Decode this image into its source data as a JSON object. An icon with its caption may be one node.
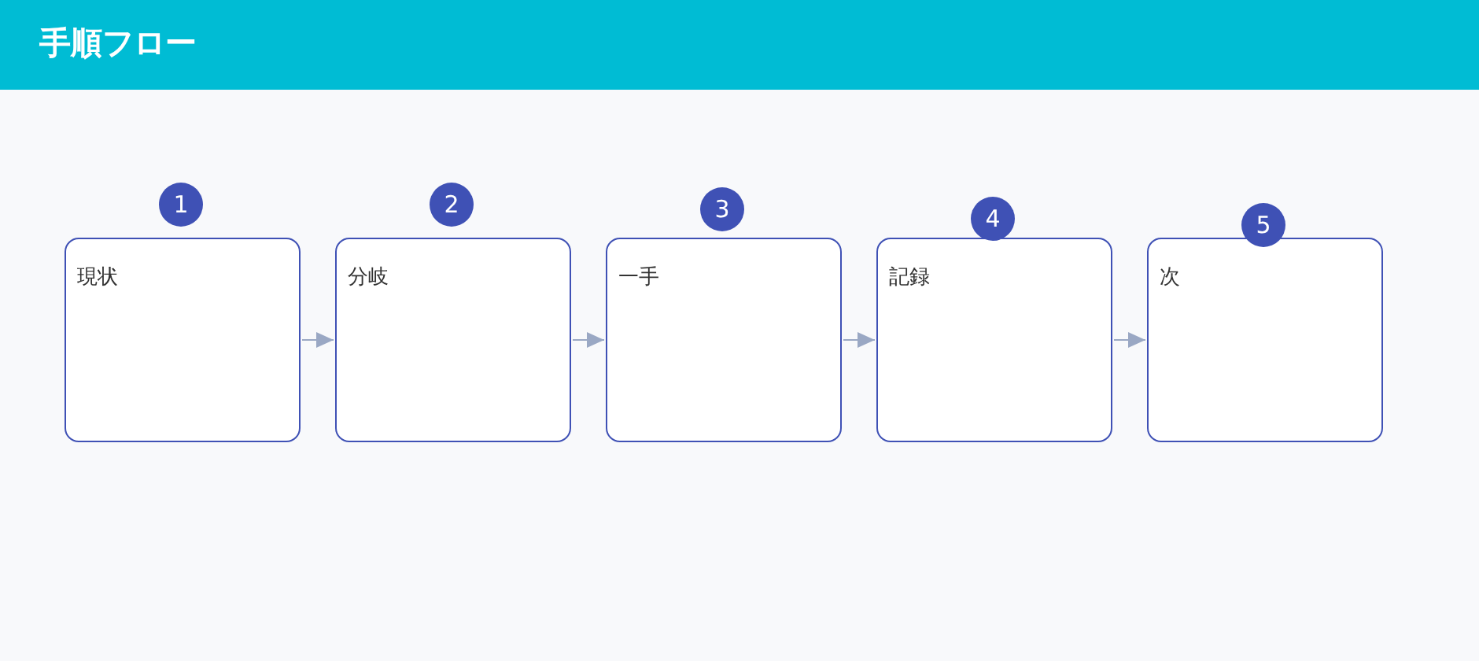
{
  "diagram": {
    "title": "手順フロー",
    "nodes": [
      {
        "text": [
          "現状"
        ],
        "beside": [
          "1"
        ]
      },
      {
        "text": [
          "分岐"
        ],
        "beside": [
          "2"
        ]
      },
      {
        "text": [
          "一手"
        ],
        "beside": [
          "3"
        ]
      },
      {
        "text": [
          "記録"
        ],
        "beside": [
          "4"
        ]
      },
      {
        "text": [
          "次"
        ],
        "beside": [
          "5"
        ]
      }
    ],
    "edges": [
      {
        "from": 0,
        "to": 1,
        "arrow": "to"
      },
      {
        "from": 1,
        "to": 2,
        "arrow": "to"
      },
      {
        "from": 2,
        "to": 3,
        "arrow": "to"
      },
      {
        "from": 3,
        "to": 4,
        "arrow": "to"
      }
    ]
  }
}
